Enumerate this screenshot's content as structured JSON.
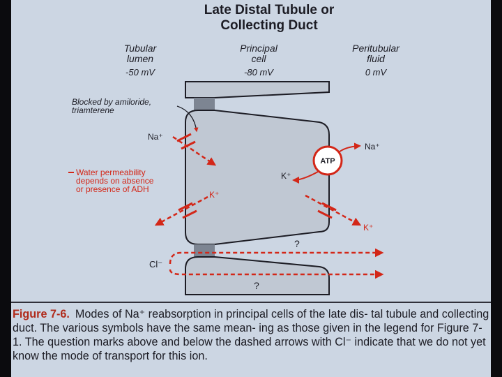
{
  "title": {
    "line1": "Late Distal Tubule or",
    "line2": "Collecting Duct"
  },
  "columns": {
    "lumen": {
      "label_line1": "Tubular",
      "label_line2": "lumen",
      "potential": "-50 mV"
    },
    "cell": {
      "label_line1": "Principal",
      "label_line2": "cell",
      "potential": "-80 mV"
    },
    "fluid": {
      "label_line1": "Peritubular",
      "label_line2": "fluid",
      "potential": "0 mV"
    }
  },
  "labels": {
    "blocked": {
      "line1": "Blocked by amiloride,",
      "line2": "triamterene"
    },
    "na_in": "Na⁺",
    "na_out": "Na⁺",
    "k_pump": "K⁺",
    "k_lumen": "K⁺",
    "k_basolateral": "K⁺",
    "atp": "ATP",
    "water": {
      "line1": "Water permeability",
      "line2": "depends on absence",
      "line3": "or presence of ADH"
    },
    "cl": "Cl⁻",
    "question_upper": "?",
    "question_lower": "?"
  },
  "colors": {
    "arrow_red": "#d32718",
    "cell_fill": "#c0c8d3",
    "junction": "#7d8592",
    "outline": "#1c1c24",
    "background": "#ccd6e3",
    "caption_label": "#b02a1a"
  },
  "caption": {
    "figure_label": "Figure 7-6.",
    "text": "Modes of Na⁺ reabsorption in principal cells of the late dis- tal tubule and collecting duct. The various symbols have the same mean- ing as those given in the legend for Figure 7-1. The question marks above and below the dashed arrows with Cl⁻ indicate that we do not yet know the mode of transport for this ion."
  }
}
